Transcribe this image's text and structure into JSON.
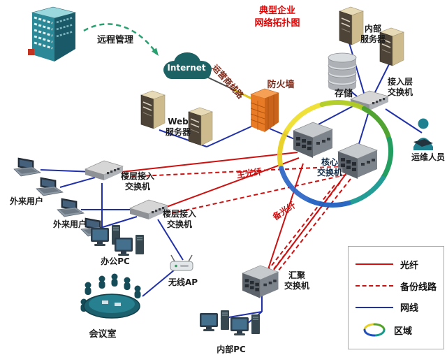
{
  "title": {
    "line1": "典型企业",
    "line2": "网络拓扑图"
  },
  "nodes": {
    "remote_mgmt": "远程管理",
    "internet": "Internet",
    "carrier_line": "运营商线路",
    "firewall": "防火墙",
    "internal_server": "内部\n服务器",
    "storage": "存储",
    "access_switch": "接入层\n交换机",
    "ops_staff": "运维人员",
    "core_switch": "核心\n交换机",
    "web_server": "Web\n服务器",
    "external_user_1": "外来用户",
    "external_user_2": "外来用户",
    "floor_switch_1": "楼层接入\n交换机",
    "floor_switch_2": "楼层接入\n交换机",
    "office_pc": "办公PC",
    "wireless_ap": "无线AP",
    "meeting_room": "会议室",
    "aggregation_switch": "汇聚\n交换机",
    "internal_pc": "内部PC"
  },
  "line_labels": {
    "main_fiber": "主光纤",
    "backup_fiber": "备光纤"
  },
  "legend": {
    "items": [
      {
        "label": "光纤",
        "style": "fiber"
      },
      {
        "label": "备份线路",
        "style": "backup"
      },
      {
        "label": "网线",
        "style": "cable"
      },
      {
        "label": "区域",
        "style": "zone"
      }
    ]
  },
  "colors": {
    "fiber": "#cc1111",
    "backup_line": "#cc1111",
    "network_cable": "#2030a8",
    "title_red": "#e60000",
    "carrier_yellow": "#e0c81e",
    "device_teal": "#1f8090"
  }
}
